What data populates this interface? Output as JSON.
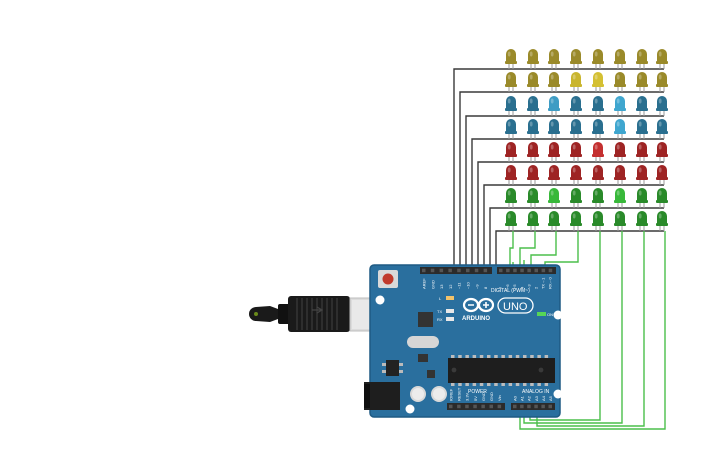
{
  "board": {
    "brand": "ARDUINO",
    "model": "UNO",
    "digital_header_label": "DIGITAL (PWM~)",
    "power_label": "POWER",
    "analog_label": "ANALOG IN",
    "on_label": "ON",
    "tx_label": "TX",
    "rx_label": "RX",
    "l_label": "L",
    "left_pins_top": [
      "AREF",
      "GND",
      "13",
      "12",
      "~11",
      "~10",
      "~9",
      "8"
    ],
    "right_pins_top": [
      "7",
      "~6",
      "~5",
      "4",
      "~3",
      "2",
      "TX→1",
      "RX←0"
    ],
    "power_pins": [
      "IOREF",
      "RESET",
      "3.3V",
      "5V",
      "GND",
      "GND",
      "Vin"
    ],
    "analog_pins": [
      "A0",
      "A1",
      "A2",
      "A3",
      "A4",
      "A5"
    ]
  },
  "led_grid": {
    "rows": 8,
    "cols": 8,
    "row_colors": [
      "#9a8a2a",
      "#9a8a2a",
      "#2a6f8f",
      "#2a6f8f",
      "#9e2424",
      "#9e2424",
      "#2a8a2a",
      "#2a8a2a"
    ],
    "lit_cells": [
      [
        1,
        3,
        "#c9b52e"
      ],
      [
        1,
        4,
        "#d4c033"
      ],
      [
        2,
        2,
        "#3e9cc4"
      ],
      [
        2,
        5,
        "#3fa6cf"
      ],
      [
        3,
        5,
        "#3fa6cf"
      ],
      [
        4,
        4,
        "#c43030"
      ],
      [
        6,
        2,
        "#38b83a"
      ],
      [
        6,
        5,
        "#38b83a"
      ]
    ]
  },
  "colors": {
    "board": "#2a6f9e",
    "board_dark": "#1e5a83",
    "header": "#2b2b2b",
    "wire_dark": "#3a3a3a",
    "wire_green": "#4bbf4b",
    "reset": "#c0392b"
  }
}
